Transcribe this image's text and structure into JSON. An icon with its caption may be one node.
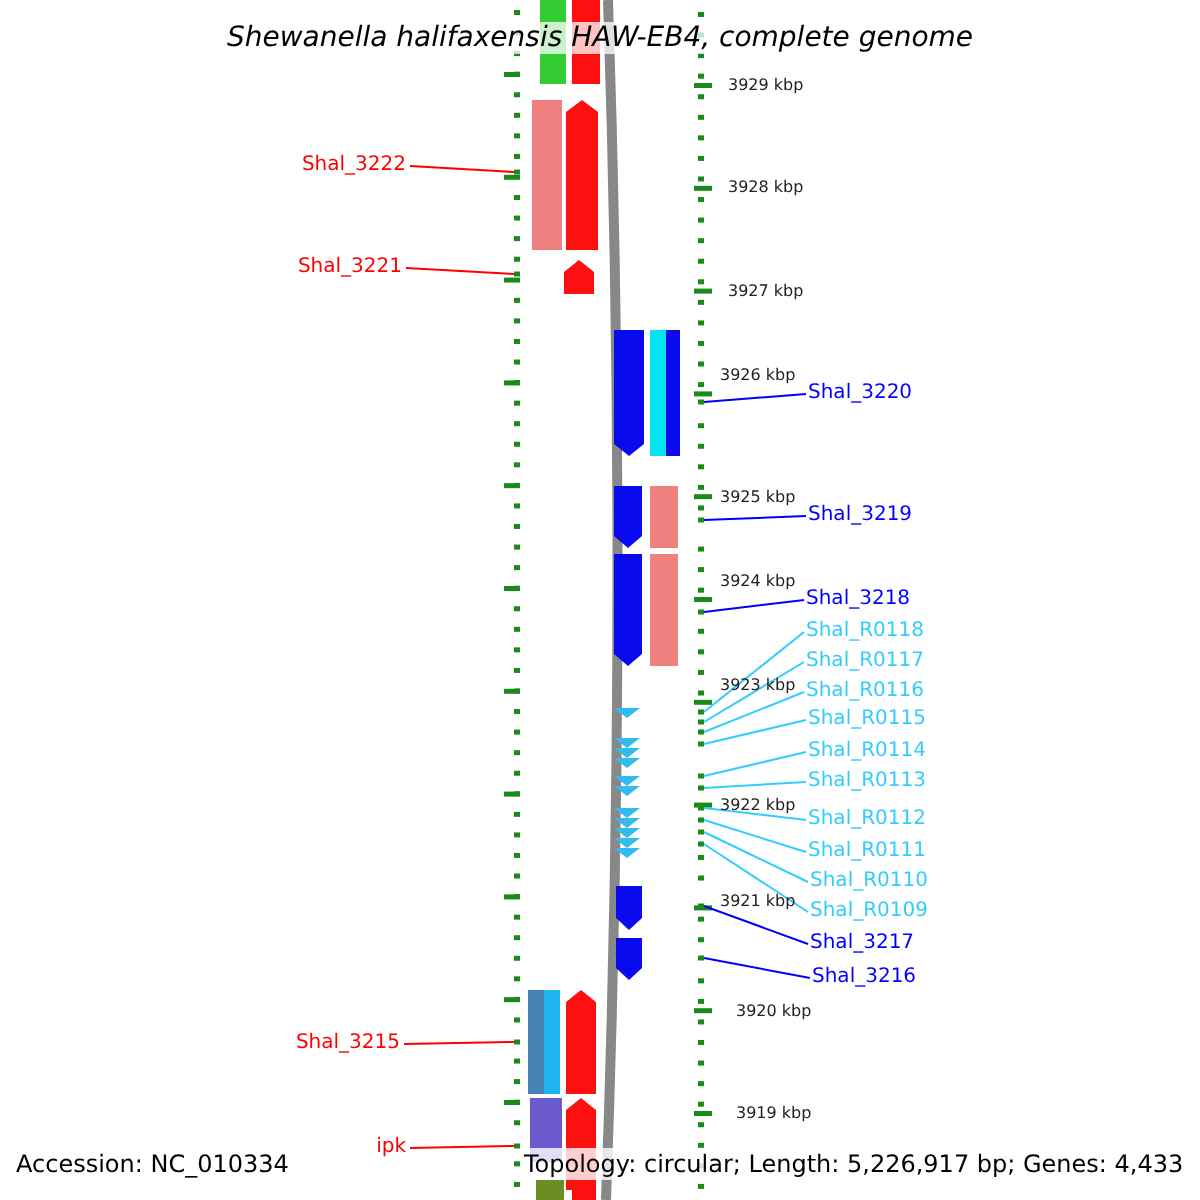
{
  "diagram": {
    "title": "Shewanella halifaxensis HAW-EB4, complete genome",
    "nodes": [
      {
        "text": [
          "Shal_3222"
        ]
      },
      {
        "text": [
          "Shal_3221"
        ]
      },
      {
        "text": [
          "Shal_3220"
        ]
      },
      {
        "text": [
          "Shal_3219"
        ]
      },
      {
        "text": [
          "Shal_3218"
        ]
      },
      {
        "text": [
          "Shal_R0118"
        ]
      },
      {
        "text": [
          "Shal_R0117"
        ]
      },
      {
        "text": [
          "Shal_R0116"
        ]
      },
      {
        "text": [
          "Shal_R0115"
        ]
      },
      {
        "text": [
          "Shal_R0114"
        ]
      },
      {
        "text": [
          "Shal_R0113"
        ]
      },
      {
        "text": [
          "Shal_R0112"
        ]
      },
      {
        "text": [
          "Shal_R0111"
        ]
      },
      {
        "text": [
          "Shal_R0110"
        ]
      },
      {
        "text": [
          "Shal_R0109"
        ]
      },
      {
        "text": [
          "Shal_3217"
        ]
      },
      {
        "text": [
          "Shal_3216"
        ]
      },
      {
        "text": [
          "Shal_3215"
        ]
      },
      {
        "text": [
          "ipk"
        ]
      },
      {
        "text": [],
        "shape": "bar"
      },
      {
        "text": [],
        "shape": "bar"
      },
      {
        "text": [],
        "shape": "bar"
      },
      {
        "text": [],
        "shape": "bar"
      },
      {
        "text": [],
        "shape": "bar"
      },
      {
        "text": [],
        "shape": "bar"
      },
      {
        "text": [],
        "shape": "bar"
      },
      {
        "text": [],
        "shape": "bar"
      },
      {
        "text": [],
        "shape": "bar"
      },
      {
        "text": [],
        "shape": "bar"
      },
      {
        "text": [],
        "shape": "bar"
      },
      {
        "text": [],
        "shape": "bar"
      },
      {
        "text": [],
        "shape": "bar"
      },
      {
        "text": [],
        "shape": "bar"
      },
      {
        "text": [],
        "shape": "bar"
      },
      {
        "text": [],
        "shape": "bar"
      },
      {
        "text": [],
        "shape": "bar"
      },
      {
        "text": [],
        "shape": "bar"
      },
      {
        "text": [],
        "shape": "bar"
      }
    ],
    "edges": [
      {
        "from": 0,
        "to": 19,
        "arrow": "none",
        "color": "#ff0000"
      },
      {
        "from": 1,
        "to": 20,
        "arrow": "none",
        "color": "#ff0000"
      },
      {
        "from": 2,
        "to": 21,
        "arrow": "none",
        "color": "#0000ff"
      },
      {
        "from": 3,
        "to": 22,
        "arrow": "none",
        "color": "#0000ff"
      },
      {
        "from": 4,
        "to": 23,
        "arrow": "none",
        "color": "#0000ff"
      },
      {
        "from": 5,
        "to": 24,
        "arrow": "none"
      },
      {
        "from": 6,
        "to": 25,
        "arrow": "none"
      },
      {
        "from": 7,
        "to": 26,
        "arrow": "none"
      },
      {
        "from": 8,
        "to": 27,
        "arrow": "none"
      },
      {
        "from": 9,
        "to": 28,
        "arrow": "none"
      },
      {
        "from": 10,
        "to": 29,
        "arrow": "none"
      },
      {
        "from": 11,
        "to": 30,
        "arrow": "none"
      },
      {
        "from": 12,
        "to": 31,
        "arrow": "none"
      },
      {
        "from": 13,
        "to": 32,
        "arrow": "none"
      },
      {
        "from": 14,
        "to": 33,
        "arrow": "none"
      },
      {
        "from": 15,
        "to": 34,
        "arrow": "none",
        "color": "#0000ff"
      },
      {
        "from": 16,
        "to": 35,
        "arrow": "none",
        "color": "#0000ff"
      },
      {
        "from": 17,
        "to": 36,
        "arrow": "none",
        "color": "#ff0000"
      },
      {
        "from": 18,
        "to": 37,
        "arrow": "none",
        "color": "#ff0000"
      }
    ],
    "labels": [
      "3929 kbp",
      "3928 kbp",
      "3927 kbp",
      "3926 kbp",
      "3925 kbp",
      "3924 kbp",
      "3923 kbp",
      "3922 kbp",
      "3921 kbp",
      "3920 kbp",
      "3919 kbp",
      "Accession: NC_010334",
      "Topology: circular; Length: 5,226,917 bp; Genes: 4,433"
    ]
  }
}
